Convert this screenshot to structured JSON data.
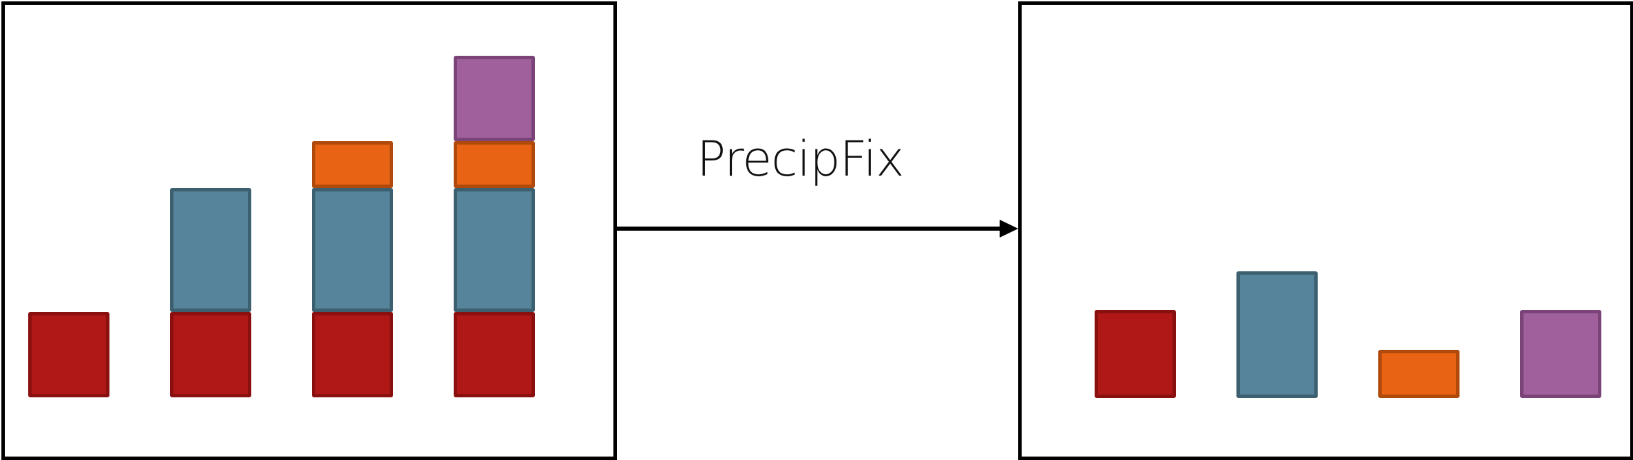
{
  "label": "PrecipFix",
  "colors": {
    "red": "#b01818",
    "blue": "#56859b",
    "orange": "#e86414",
    "purple": "#a0609c",
    "outline_red": "#8a1010",
    "outline_blue": "#3d6070",
    "outline_orange": "#b04a0c",
    "outline_purple": "#7a4478",
    "frame": "#000000"
  },
  "left_panel": {
    "stacks": [
      [
        "red"
      ],
      [
        "red",
        "blue"
      ],
      [
        "red",
        "blue",
        "orange"
      ],
      [
        "red",
        "blue",
        "orange",
        "purple"
      ]
    ]
  },
  "right_panel": {
    "blocks": [
      "red",
      "blue",
      "orange",
      "purple"
    ]
  }
}
